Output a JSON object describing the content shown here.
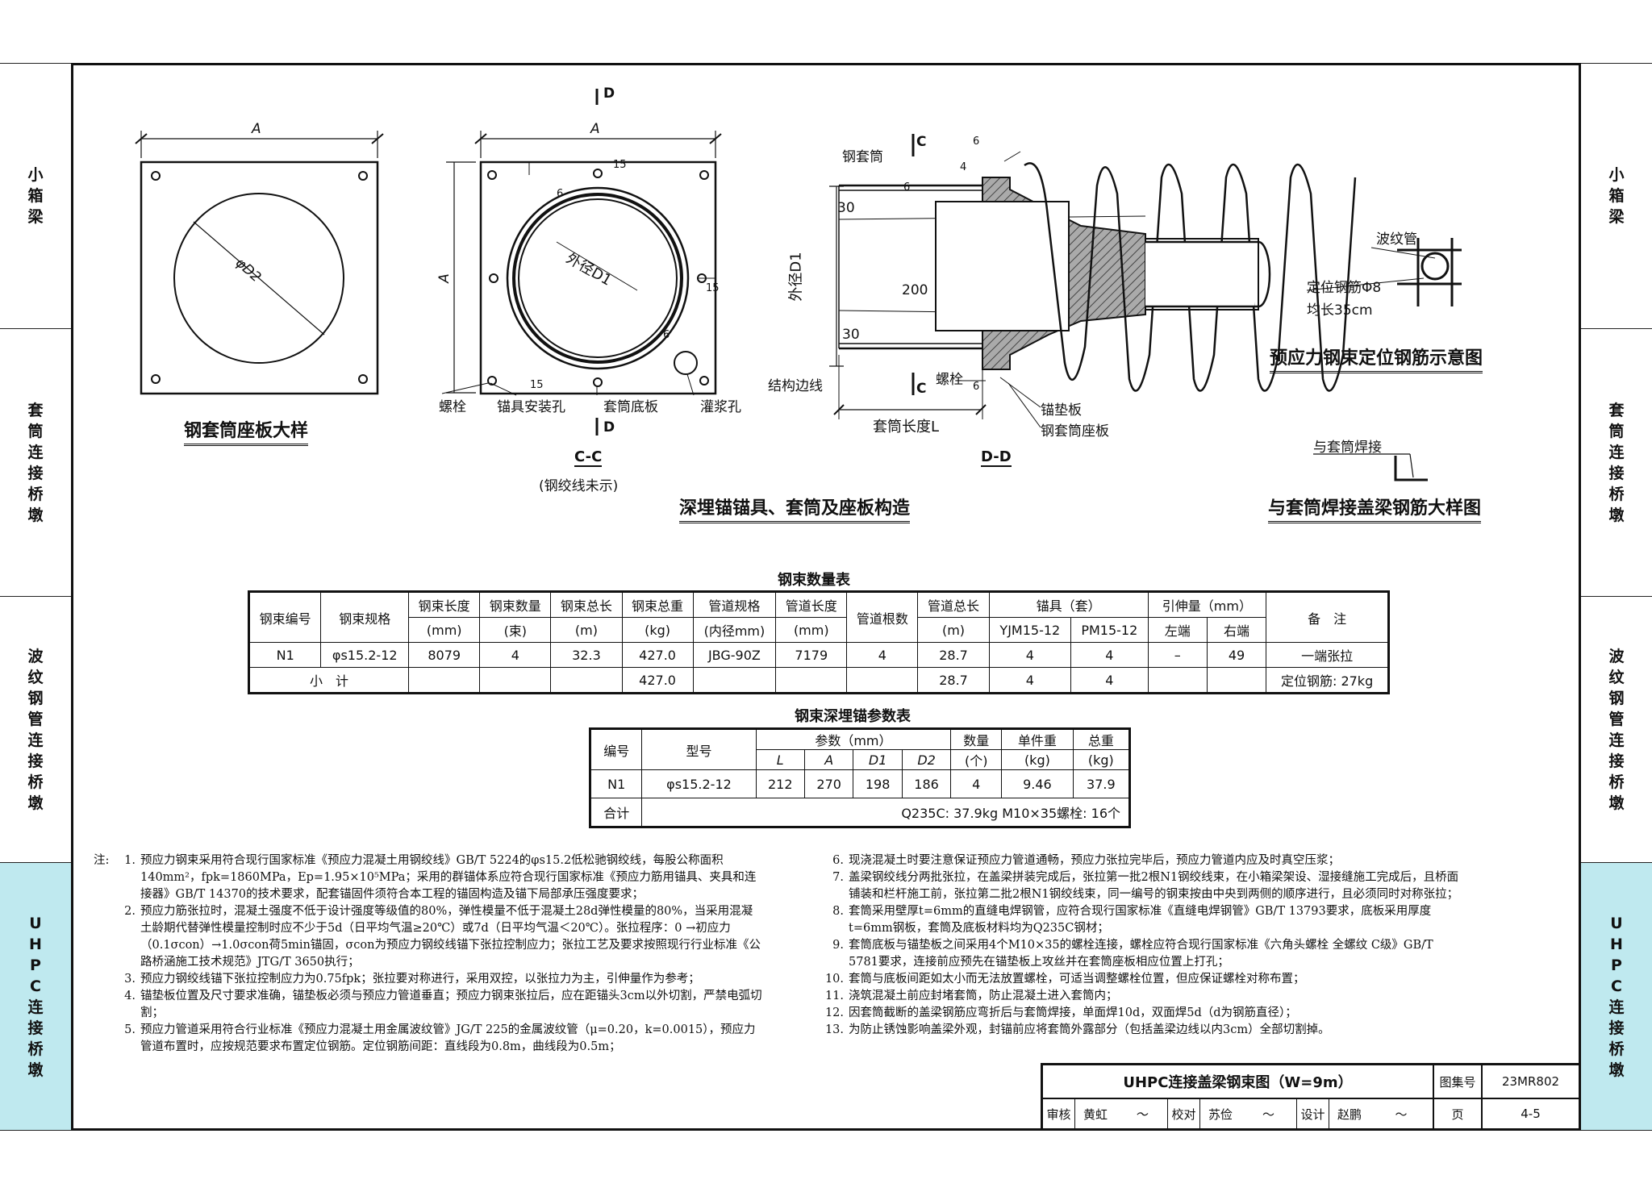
{
  "side_tabs": [
    "小箱梁",
    "套筒连接桥墩",
    "波纹钢管连接桥墩",
    "UHPC连接桥墩"
  ],
  "drawing": {
    "plate": {
      "dim_a": "A",
      "dim_d2": "φD2",
      "title": "钢套筒座板大样"
    },
    "cc": {
      "dim_a_top": "A",
      "dim_a_side": "A",
      "outer_d1": "外径D1",
      "mark_d": "D",
      "dim_15a": "15",
      "dim_15b": "15",
      "dim_15c": "15",
      "dim_6": "6",
      "dim_6b": "6",
      "label_bolt": "螺栓",
      "label_anchor_hole": "锚具安装孔",
      "label_base": "套筒底板",
      "label_grout": "灌浆孔",
      "title": "C-C",
      "subtitle": "(钢绞线未示)"
    },
    "dd": {
      "label_sleeve": "钢套筒",
      "mark_c": "C",
      "dim_6a": "6",
      "dim_6b": "6",
      "dim_4": "4",
      "dim_30a": "30",
      "dim_30b": "30",
      "dim_200": "200",
      "outer_d1": "外径D1",
      "label_edge": "结构边线",
      "label_bolt": "螺栓",
      "label_pad": "锚垫板",
      "label_seat": "钢套筒座板",
      "dim_length": "套筒长度L",
      "title": "D-D"
    },
    "main_title": "深埋锚锚具、套筒及座板构造",
    "rebar": {
      "label_duct": "波纹管",
      "label_bar": "定位钢筋Φ8",
      "label_len": "均长35cm",
      "title": "预应力钢束定位钢筋示意图"
    },
    "weld": {
      "label": "与套筒焊接",
      "title": "与套筒焊接盖梁钢筋大样图"
    }
  },
  "table1": {
    "title": "钢束数量表",
    "headers": [
      "钢束编号",
      "钢束规格",
      "钢束长度",
      "钢束数量",
      "钢束总长",
      "钢束总重",
      "管道规格",
      "管道长度",
      "管道根数",
      "管道总长",
      "锚具（套）",
      "引伸量（mm）",
      "备　注"
    ],
    "units": [
      "(mm)",
      "(束)",
      "(m)",
      "(kg)",
      "(内径mm)",
      "(mm)",
      "(m)",
      "YJM15-12",
      "PM15-12",
      "左端",
      "右端"
    ],
    "row": [
      "N1",
      "φs15.2-12",
      "8079",
      "4",
      "32.3",
      "427.0",
      "JBG-90Z",
      "7179",
      "4",
      "28.7",
      "4",
      "4",
      "–",
      "49",
      "一端张拉"
    ],
    "total": [
      "小　计",
      "427.0",
      "28.7",
      "4",
      "4",
      "定位钢筋: 27kg"
    ]
  },
  "table2": {
    "title": "钢束深埋锚参数表",
    "headers": [
      "编号",
      "型号",
      "参数（mm）",
      "数量",
      "单件重",
      "总重"
    ],
    "sub": [
      "L",
      "A",
      "D1",
      "D2",
      "(个)",
      "(kg)",
      "(kg)"
    ],
    "row": [
      "N1",
      "φs15.2-12",
      "212",
      "270",
      "198",
      "186",
      "4",
      "9.46",
      "37.9"
    ],
    "total_label": "合计",
    "total_value": "Q235C: 37.9kg M10×35螺栓: 16个"
  },
  "notes_label": "注:",
  "notes_left": [
    {
      "n": "1.",
      "t": "预应力钢束采用符合现行国家标准《预应力混凝土用钢绞线》GB/T 5224的φs15.2低松驰钢绞线，每股公称面积140mm²，fpk=1860MPa，Ep=1.95×10⁵MPa；采用的群锚体系应符合现行国家标准《预应力筋用锚具、夹具和连接器》GB/T 14370的技术要求，配套锚固件须符合本工程的锚固构造及锚下局部承压强度要求；"
    },
    {
      "n": "2.",
      "t": "预应力筋张拉时，混凝土强度不低于设计强度等级值的80%，弹性模量不低于混凝土28d弹性模量的80%，当采用混凝土龄期代替弹性模量控制时应不少于5d（日平均气温≥20℃）或7d（日平均气温＜20℃）。张拉程序：0 →初应力（0.1σcon）→1.0σcon荷5min锚固，σcon为预应力钢绞线锚下张拉控制应力；张拉工艺及要求按照现行行业标准《公路桥涵施工技术规范》JTG/T 3650执行；"
    },
    {
      "n": "3.",
      "t": "预应力钢绞线锚下张拉控制应力为0.75fpk；张拉要对称进行，采用双控，以张拉力为主，引伸量作为参考；"
    },
    {
      "n": "4.",
      "t": "锚垫板位置及尺寸要求准确，锚垫板必须与预应力管道垂直；预应力钢束张拉后，应在距锚头3cm以外切割，严禁电弧切割；"
    },
    {
      "n": "5.",
      "t": "预应力管道采用符合行业标准《预应力混凝土用金属波纹管》JG/T 225的金属波纹管（μ=0.20，k=0.0015），预应力管道布置时，应按规范要求布置定位钢筋。定位钢筋间距：直线段为0.8m，曲线段为0.5m；"
    }
  ],
  "notes_right": [
    {
      "n": "6.",
      "t": "现浇混凝土时要注意保证预应力管道通畅，预应力张拉完毕后，预应力管道内应及时真空压浆；"
    },
    {
      "n": "7.",
      "t": "盖梁钢绞线分两批张拉，在盖梁拼装完成后，张拉第一批2根N1钢绞线束，在小箱梁架设、湿接缝施工完成后，且桥面铺装和栏杆施工前，张拉第二批2根N1钢绞线束，同一编号的钢束按由中央到两侧的顺序进行，且必须同时对称张拉；"
    },
    {
      "n": "8.",
      "t": "套筒采用壁厚t=6mm的直缝电焊钢管，应符合现行国家标准《直缝电焊钢管》GB/T 13793要求，底板采用厚度t=6mm钢板，套筒及底板材料均为Q235C钢材；"
    },
    {
      "n": "9.",
      "t": "套筒底板与锚垫板之间采用4个M10×35的螺栓连接，螺栓应符合现行国家标准《六角头螺栓 全螺纹 C级》GB/T 5781要求，连接前应预先在锚垫板上攻丝并在套筒座板相应位置上打孔；"
    },
    {
      "n": "10.",
      "t": "套筒与底板间距如太小而无法放置螺栓，可适当调整螺栓位置，但应保证螺栓对称布置；"
    },
    {
      "n": "11.",
      "t": "浇筑混凝土前应封堵套筒，防止混凝土进入套筒内；"
    },
    {
      "n": "12.",
      "t": "因套筒截断的盖梁钢筋应弯折后与套筒焊接，单面焊10d，双面焊5d（d为钢筋直径）；"
    },
    {
      "n": "13.",
      "t": "为防止锈蚀影响盖梁外观，封锚前应将套筒外露部分（包括盖梁边线以内3cm）全部切割掉。"
    }
  ],
  "title_block": {
    "title": "UHPC连接盖梁钢束图（W=9m）",
    "atlas_label": "图集号",
    "atlas_no": "23MR802",
    "review_label": "审核",
    "reviewer": "黄虹",
    "check_label": "校对",
    "checker": "苏俭",
    "design_label": "设计",
    "designer": "赵鹏",
    "page_label": "页",
    "page_no": "4-5"
  }
}
